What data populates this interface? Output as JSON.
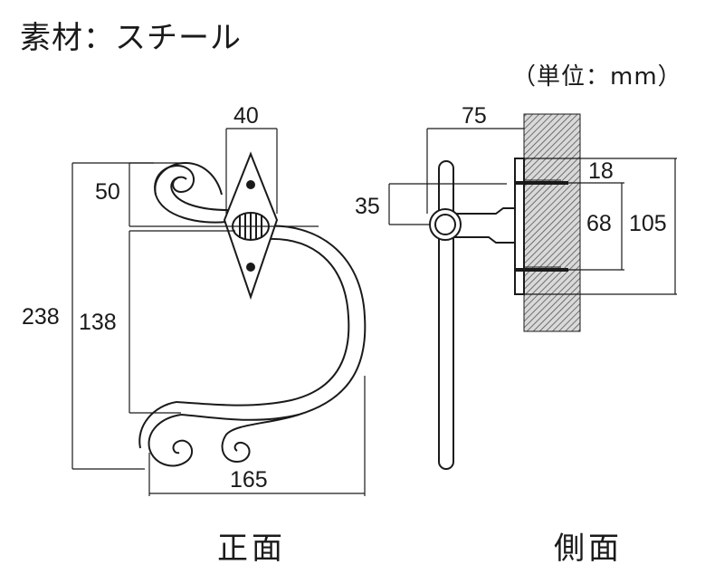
{
  "material_label": "素材：スチール",
  "unit_label": "（単位：mm）",
  "front_view": {
    "label": "正面",
    "dimensions": {
      "plate_width": "40",
      "top_to_bar": "50",
      "total_height": "238",
      "inner_height": "138",
      "total_width": "165"
    }
  },
  "side_view": {
    "label": "側面",
    "dimensions": {
      "projection": "75",
      "bar_offset": "35",
      "screw_offset": "18",
      "screw_spacing": "68",
      "plate_height": "105"
    }
  }
}
